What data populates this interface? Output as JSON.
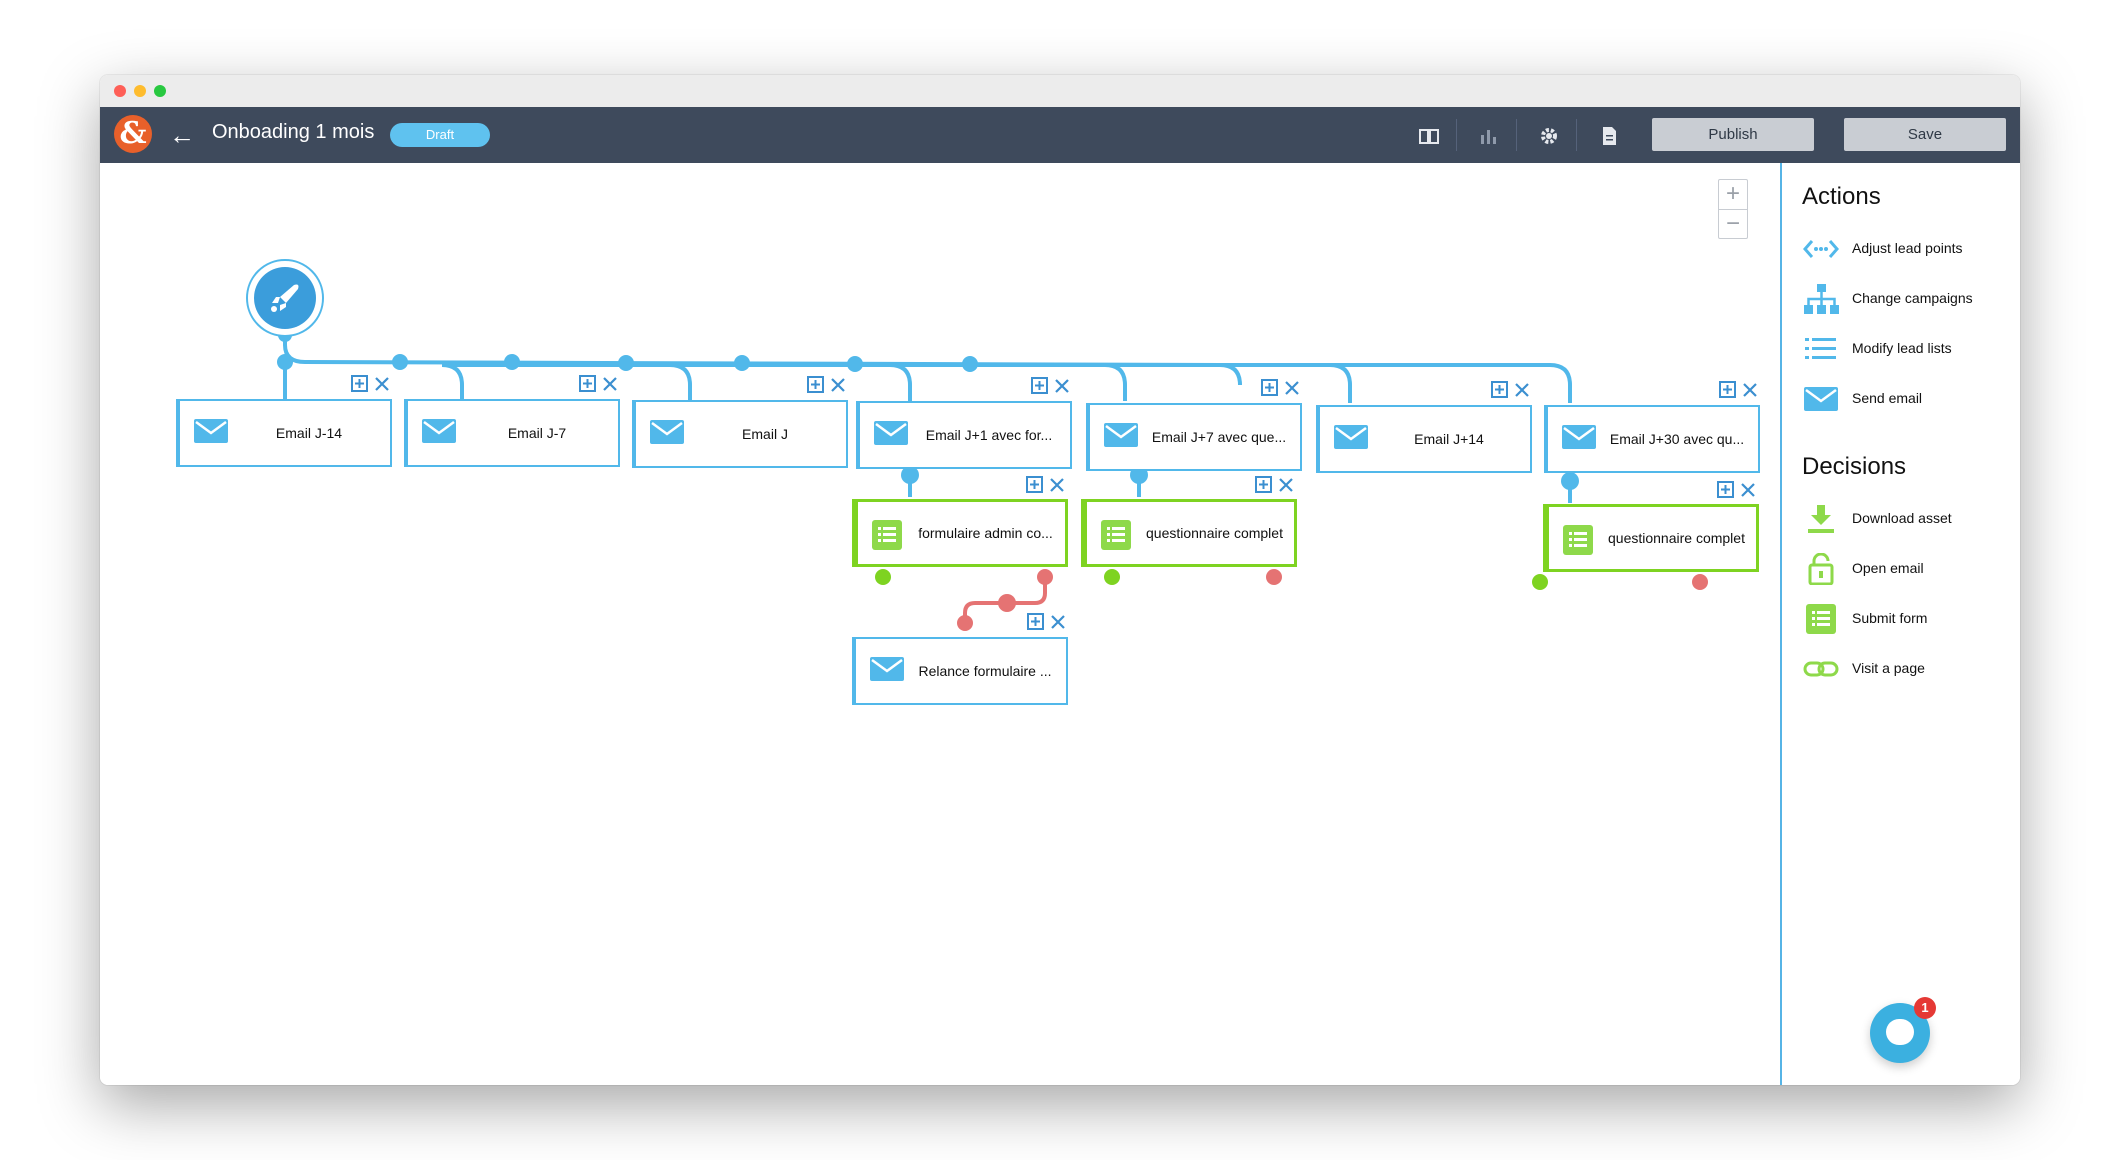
{
  "header": {
    "logo_text": "&",
    "title": "Onboading 1 mois",
    "status_badge": "Draft",
    "publish_label": "Publish",
    "save_label": "Save",
    "toolbar_icons": [
      "book-icon",
      "bar-chart-icon",
      "gear-icon",
      "document-icon"
    ]
  },
  "canvas": {
    "zoom_in": "+",
    "zoom_out": "−",
    "nodes": [
      {
        "label": "Email J-14",
        "type": "email"
      },
      {
        "label": "Email J-7",
        "type": "email"
      },
      {
        "label": "Email J",
        "type": "email"
      },
      {
        "label": "Email J+1 avec for...",
        "type": "email"
      },
      {
        "label": "Email J+7 avec que...",
        "type": "email"
      },
      {
        "label": "Email J+14",
        "type": "email"
      },
      {
        "label": "Email J+30 avec qu...",
        "type": "email"
      },
      {
        "label": "formulaire admin co...",
        "type": "form"
      },
      {
        "label": "questionnaire complet",
        "type": "form"
      },
      {
        "label": "questionnaire complet",
        "type": "form"
      },
      {
        "label": "Relance formulaire ...",
        "type": "email"
      }
    ]
  },
  "panel": {
    "actions_title": "Actions",
    "actions": [
      {
        "label": "Adjust lead points",
        "icon": "code-arrows-icon"
      },
      {
        "label": "Change campaigns",
        "icon": "sitemap-icon"
      },
      {
        "label": "Modify lead lists",
        "icon": "list-icon"
      },
      {
        "label": "Send email",
        "icon": "envelope-icon"
      }
    ],
    "decisions_title": "Decisions",
    "decisions": [
      {
        "label": "Download asset",
        "icon": "download-icon"
      },
      {
        "label": "Open email",
        "icon": "unlock-icon"
      },
      {
        "label": "Submit form",
        "icon": "form-list-icon"
      },
      {
        "label": "Visit a page",
        "icon": "link-icon"
      }
    ]
  },
  "chat": {
    "unread_count": "1"
  },
  "colors": {
    "primary_blue": "#51b8ea",
    "form_green": "#7ed321",
    "no_branch_red": "#e57373",
    "header_bg": "#3e4a5c",
    "logo_orange": "#e8602a"
  }
}
